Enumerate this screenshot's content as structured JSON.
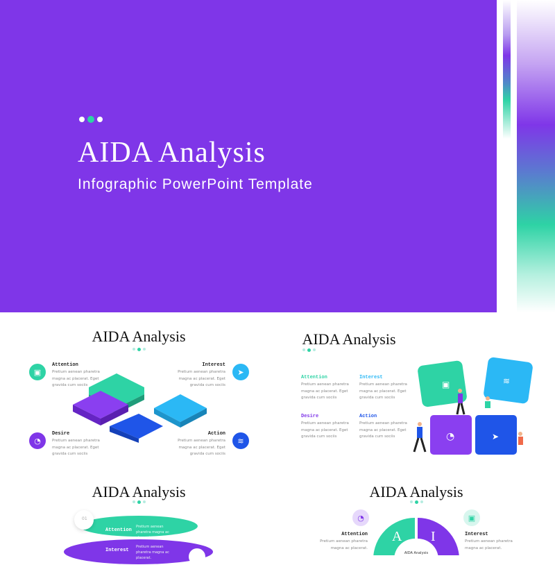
{
  "colors": {
    "purple": "#7f36e8",
    "green": "#2ed3a5",
    "light_blue": "#2bb8f5",
    "blue": "#1f55e8"
  },
  "hero": {
    "title": "AIDA Analysis",
    "subtitle": "Infographic PowerPoint Template"
  },
  "slide_title": "AIDA Analysis",
  "body_text": "Pretium aenean pharetra magna ac placerat. Eget gravida cum sociis",
  "short_text": "Pretium aenean pharetra magna ac placerat.",
  "steps": [
    {
      "label": "Attention",
      "icon": "briefcase-icon"
    },
    {
      "label": "Interest",
      "icon": "paper-plane-icon"
    },
    {
      "label": "Desire",
      "icon": "pie-chart-icon"
    },
    {
      "label": "Action",
      "icon": "layers-icon"
    }
  ],
  "slide4": {
    "number": "01"
  },
  "slide5": {
    "letters": [
      "A",
      "I"
    ],
    "center_label": "AIDA Analysis"
  }
}
